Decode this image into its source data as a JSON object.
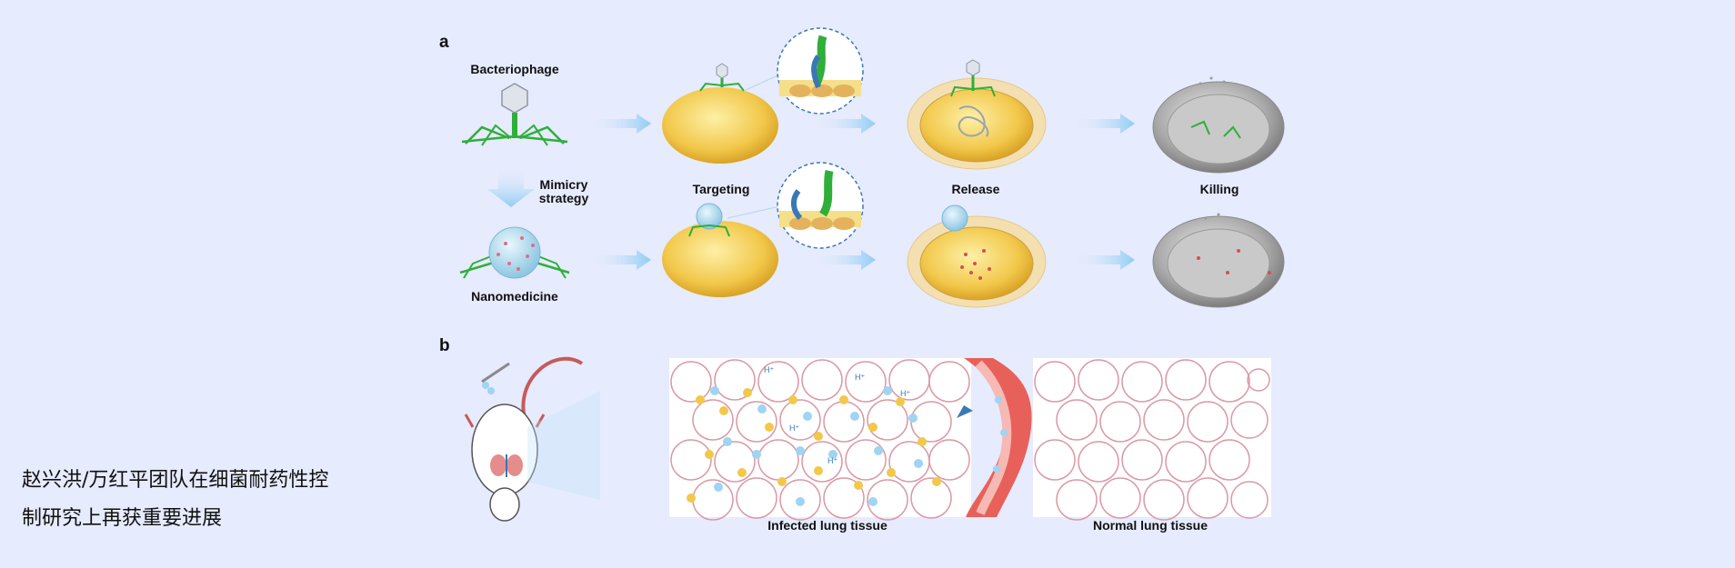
{
  "panel_a": {
    "letter": "a",
    "labels": {
      "bacteriophage": "Bacteriophage",
      "mimicry_line1": "Mimicry",
      "mimicry_line2": "strategy",
      "nanomedicine": "Nanomedicine",
      "targeting": "Targeting",
      "release": "Release",
      "killing": "Killing"
    }
  },
  "panel_b": {
    "letter": "b",
    "labels": {
      "infected": "Infected lung tissue",
      "normal": "Normal lung tissue",
      "proton": "H⁺"
    }
  },
  "caption": {
    "line1": "赵兴洪/万红平团队在细菌耐药性控",
    "line2": "制研究上再获重要进展"
  },
  "colors": {
    "background": "#e6ebfd",
    "phage_green": "#2fae3a",
    "bacterium_yellow": "#f2c84b",
    "arrow_blue": "#9fd4f3",
    "vessel_red": "#e8605a"
  }
}
